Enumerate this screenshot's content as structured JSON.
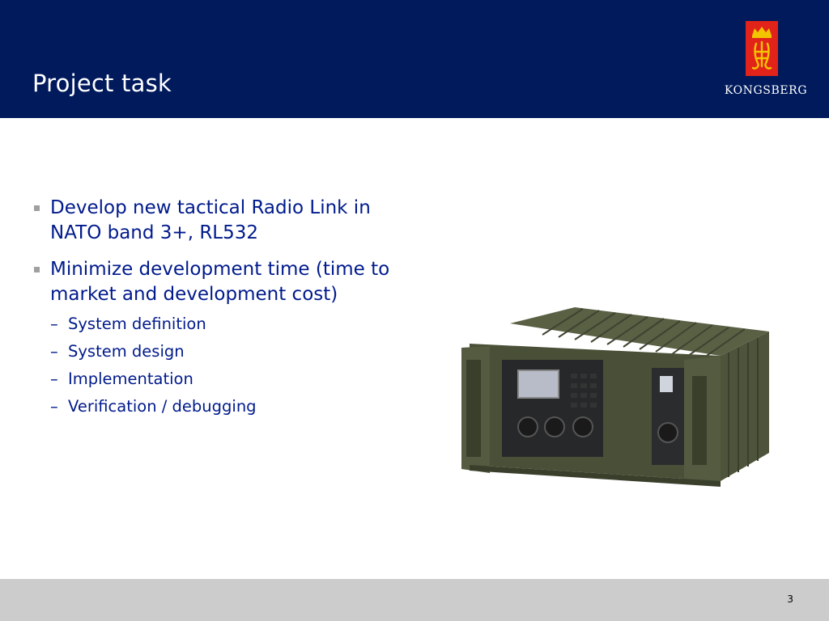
{
  "slide": {
    "title": "Project task",
    "logo_text": "KONGSBERG"
  },
  "bullets": [
    {
      "text": "Develop new tactical Radio Link in NATO band 3+, RL532"
    },
    {
      "text": "Minimize development time (time to market and development cost)",
      "sub_items": [
        "System definition",
        "System design",
        "Implementation",
        "Verification / debugging"
      ]
    }
  ],
  "footer": {
    "page_number": "3"
  },
  "colors": {
    "header_bg": "#001a5c",
    "text": "#001a8c",
    "footer_bg": "#cccccc",
    "logo_red": "#e2231a",
    "logo_gold": "#f2c500"
  }
}
